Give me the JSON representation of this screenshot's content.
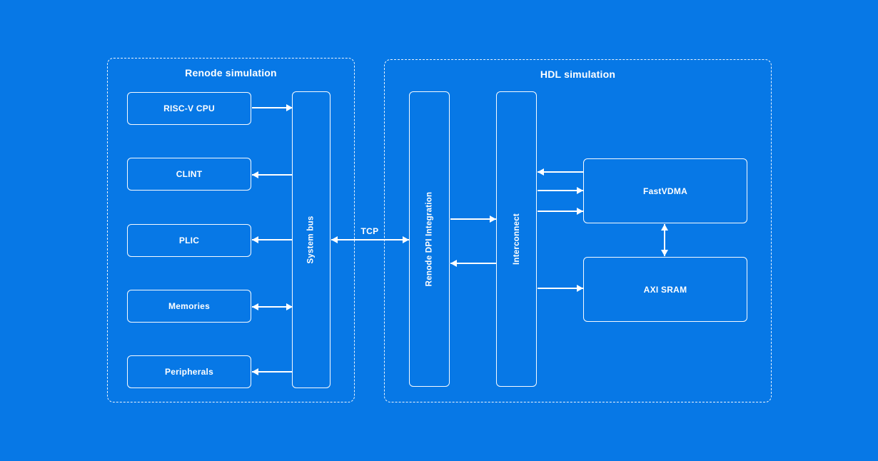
{
  "colors": {
    "background": "#0778e6",
    "stroke": "#ffffff",
    "text": "#ffffff"
  },
  "groups": {
    "renode": {
      "title": "Renode simulation"
    },
    "hdl": {
      "title": "HDL simulation"
    }
  },
  "nodes": {
    "riscv_cpu": "RISC-V CPU",
    "clint": "CLINT",
    "plic": "PLIC",
    "memories": "Memories",
    "peripherals": "Peripherals",
    "system_bus": "System bus",
    "renode_dpi": "Renode DPI Integration",
    "interconnect": "Interconnect",
    "fastvdma": "FastVDMA",
    "axi_sram": "AXI SRAM"
  },
  "labels": {
    "tcp": "TCP"
  },
  "edges": [
    {
      "from": "RISC-V CPU",
      "to": "System bus",
      "type": "one-way"
    },
    {
      "from": "System bus",
      "to": "CLINT",
      "type": "one-way"
    },
    {
      "from": "System bus",
      "to": "PLIC",
      "type": "one-way"
    },
    {
      "from": "Memories",
      "to": "System bus",
      "type": "two-way"
    },
    {
      "from": "System bus",
      "to": "Peripherals",
      "type": "one-way"
    },
    {
      "from": "System bus",
      "to": "Renode DPI Integration",
      "type": "two-way",
      "label": "TCP"
    },
    {
      "from": "Renode DPI Integration",
      "to": "Interconnect",
      "type": "one-way"
    },
    {
      "from": "Interconnect",
      "to": "Renode DPI Integration",
      "type": "one-way"
    },
    {
      "from": "FastVDMA",
      "to": "Interconnect",
      "type": "one-way"
    },
    {
      "from": "Interconnect",
      "to": "FastVDMA",
      "type": "one-way"
    },
    {
      "from": "Interconnect",
      "to": "FastVDMA",
      "type": "one-way"
    },
    {
      "from": "Interconnect",
      "to": "AXI SRAM",
      "type": "one-way"
    },
    {
      "from": "FastVDMA",
      "to": "AXI SRAM",
      "type": "two-way"
    }
  ]
}
